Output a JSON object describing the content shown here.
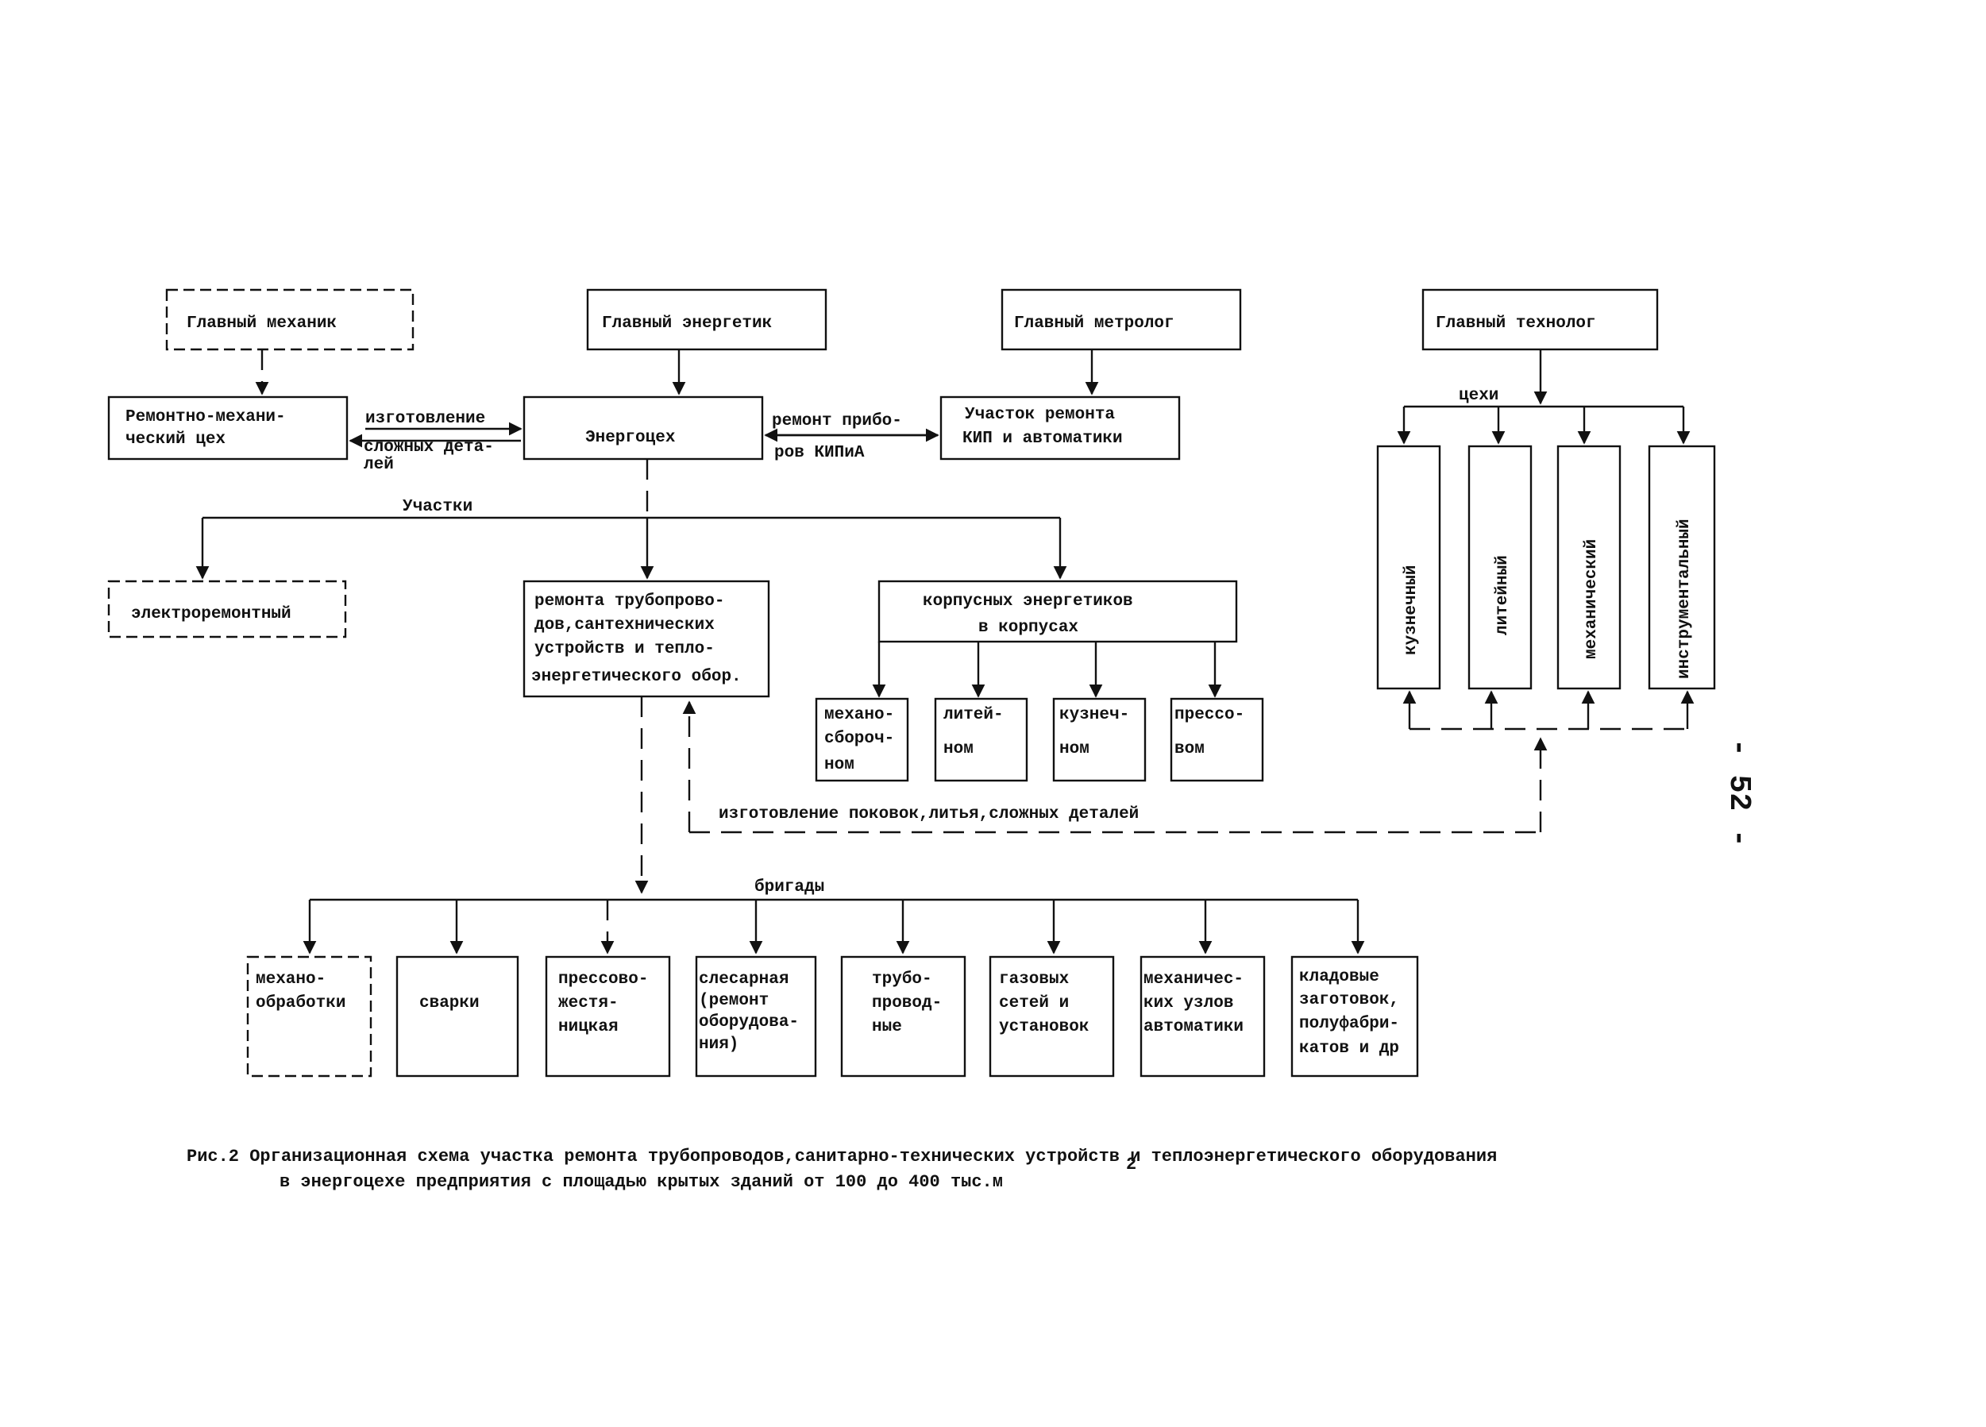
{
  "top": {
    "mechanic": "Главный механик",
    "energetic": "Главный энергетик",
    "metrologist": "Главный метролог",
    "technologist": "Главный технолог"
  },
  "middle": {
    "repair_shop": [
      "Ремонтно-механи-",
      "ческий цех"
    ],
    "energy_shop": "Энергоцех",
    "kip_section": [
      "Участок ремонта",
      "КИП и автоматики"
    ],
    "left_link": [
      "изготовление",
      "сложных дета-",
      "лей"
    ],
    "right_link": [
      "ремонт прибо-",
      "ров КИПиА"
    ]
  },
  "sections": {
    "label": "Участки",
    "electro": "электроремонтный",
    "pipes": [
      "ремонта трубопрово-",
      "дов,сантехнических",
      "устройств и тепло-",
      "энергетического обор."
    ],
    "corpus": [
      "корпусных энергетиков",
      "в корпусах"
    ],
    "corpus_children": [
      [
        "механо-",
        "сбороч-",
        "ном"
      ],
      [
        "литей-",
        "ном"
      ],
      [
        "кузнеч-",
        "ном"
      ],
      [
        "прессо-",
        "вом"
      ]
    ]
  },
  "shops": {
    "label": "цехи",
    "items": [
      "кузнечный",
      "литейный",
      "механический",
      "инструментальный"
    ]
  },
  "supply_link": "изготовление поковок,литья,сложных деталей",
  "brigades": {
    "label": "бригады",
    "items": [
      [
        "механо-",
        "обработки"
      ],
      [
        "сварки"
      ],
      [
        "прессово-",
        "жестя-",
        "ницкая"
      ],
      [
        "слесарная",
        "(ремонт",
        "оборудова-",
        "ния)"
      ],
      [
        "трубо-",
        "провод-",
        "ные"
      ],
      [
        "газовых",
        "сетей и",
        "установок"
      ],
      [
        "механичес-",
        "ких узлов",
        "автоматики"
      ],
      [
        "кладовые",
        "заготовок,",
        "полуфабри-",
        "катов и др"
      ]
    ]
  },
  "caption": {
    "line1": "Рис.2  Организационная схема участка ремонта трубопроводов,санитарно-технических устройств и теплоэнергетического оборудования",
    "line2": "в энергоцехе предприятия с площадью крытых зданий от 100 до 400 тыс.м",
    "superscript": "2"
  },
  "page_number": "- 52 -"
}
